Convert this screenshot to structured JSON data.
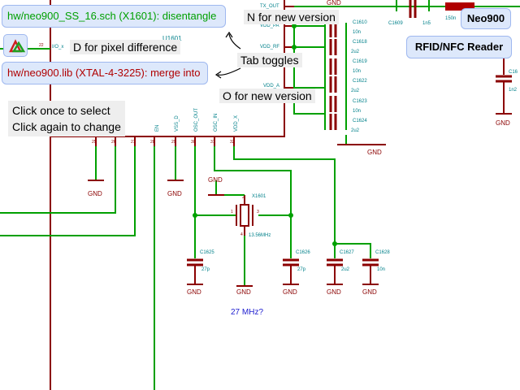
{
  "top_pill": {
    "text": "hw/neo900_SS_16.sch (X1601): disentangle",
    "color": "#00a000"
  },
  "lib_pill": {
    "text": "hw/neo900.lib (XTAL-4-3225): merge into",
    "color": "#b00000"
  },
  "neo900_button": {
    "label": "Neo900"
  },
  "rfid_button": {
    "label": "RFID/NFC Reader"
  },
  "diff_button": {
    "icon": "triangle-diff-icon"
  },
  "hints": {
    "n_new_version": "N for new version",
    "d_pixel_diff": "D for pixel difference",
    "tab_toggles": "Tab toggles",
    "o_new_version": "O for new version",
    "click_select_1": "Click once to select",
    "click_select_2": "Click again to change"
  },
  "schematic": {
    "note": "27 MHz?",
    "gnd": "GND",
    "ic_ref": "U1601",
    "crystal_ref": "X1601",
    "crystal_freq": "13.56MHz",
    "net_labels": [
      "TX_OUT",
      "VDD_PA",
      "VDD_RF",
      "VDD_A"
    ],
    "bottom_pins": [
      "EN",
      "VSS_D",
      "OSC_OUT",
      "OSC_IN",
      "VDD_X"
    ],
    "bottom_pin_nums": [
      "25",
      "26",
      "27",
      "28",
      "29",
      "30",
      "31",
      "32"
    ],
    "left_pin_num": "22",
    "left_pin_name": "I/O_x",
    "cap_stack": [
      {
        "ref": "C1610",
        "val": "10n"
      },
      {
        "ref": "C1618",
        "val": "2u2"
      },
      {
        "ref": "C1619",
        "val": "10n"
      },
      {
        "ref": "C1622",
        "val": "2u2"
      },
      {
        "ref": "C1623",
        "val": "10n"
      },
      {
        "ref": "C1624",
        "val": "2u2"
      }
    ],
    "caps_bottom": [
      {
        "ref": "C1625",
        "val": "27p"
      },
      {
        "ref": "C1626",
        "val": "27p"
      },
      {
        "ref": "C1627",
        "val": "2u2"
      },
      {
        "ref": "C1628",
        "val": "10n"
      }
    ],
    "top_right": [
      {
        "ref": "C1609",
        "val": "1n5"
      },
      {
        "ref": "",
        "val": "150n"
      }
    ],
    "right_cap": {
      "ref": "C16",
      "val": "1n2"
    }
  }
}
